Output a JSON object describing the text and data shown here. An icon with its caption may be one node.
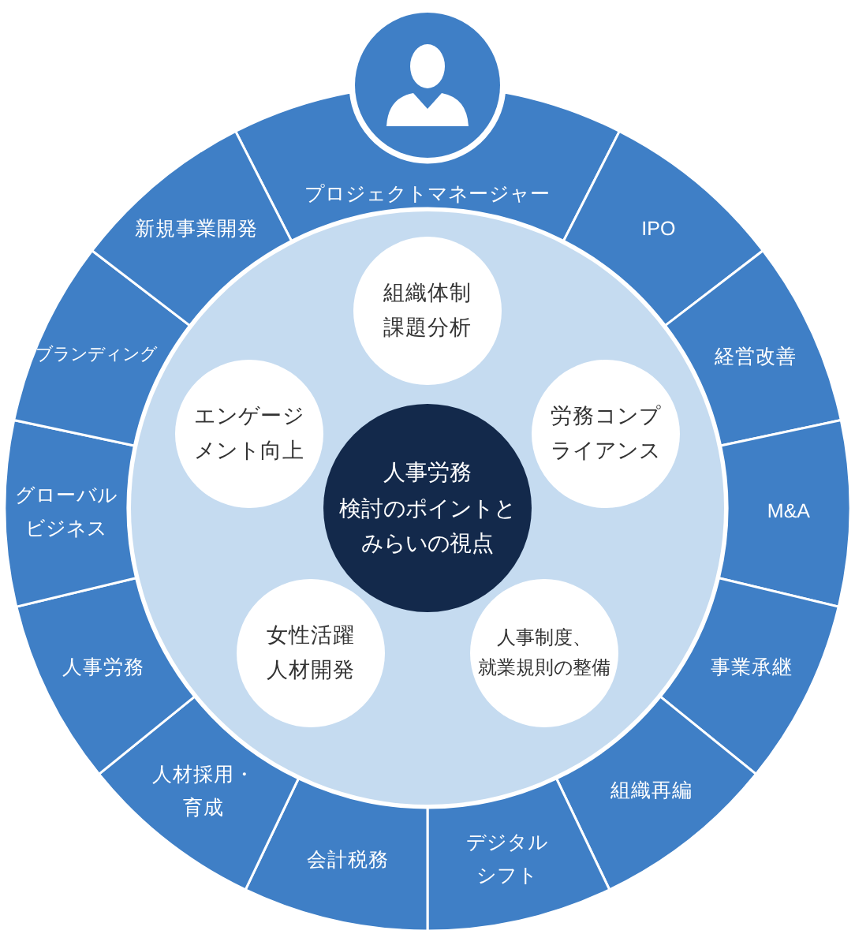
{
  "diagram": {
    "nodes": [
      {
        "text": [
          "プロジェクトマネージャー"
        ]
      },
      {
        "text": [
          "IPO"
        ]
      },
      {
        "text": [
          "経営改善"
        ]
      },
      {
        "text": [
          "M&A"
        ]
      },
      {
        "text": [
          "事業承継"
        ]
      },
      {
        "text": [
          "組織再編"
        ]
      },
      {
        "text": [
          "デジタルシフト"
        ]
      },
      {
        "text": [
          "会計税務"
        ]
      },
      {
        "text": [
          "人材採用・育成"
        ]
      },
      {
        "text": [
          "人事労務"
        ]
      },
      {
        "text": [
          "グローバルビジネス"
        ]
      },
      {
        "text": [
          "ブランディング"
        ]
      },
      {
        "text": [
          "新規事業開発"
        ]
      },
      {
        "text": [],
        "shape": "circle"
      },
      {
        "text": [
          "組織体制課題分析"
        ],
        "in": 13
      },
      {
        "text": [
          "エンゲージメント向上"
        ],
        "in": 13
      },
      {
        "text": [
          "労務コンプライアンス"
        ],
        "in": 13
      },
      {
        "text": [
          "人事労務検討のポイントとみらいの視点"
        ],
        "in": 13
      },
      {
        "text": [
          "女性活躍人材開発"
        ],
        "in": 13
      },
      {
        "text": [
          "人事制度、就業規則の整備"
        ],
        "in": 13
      }
    ],
    "edges": []
  }
}
